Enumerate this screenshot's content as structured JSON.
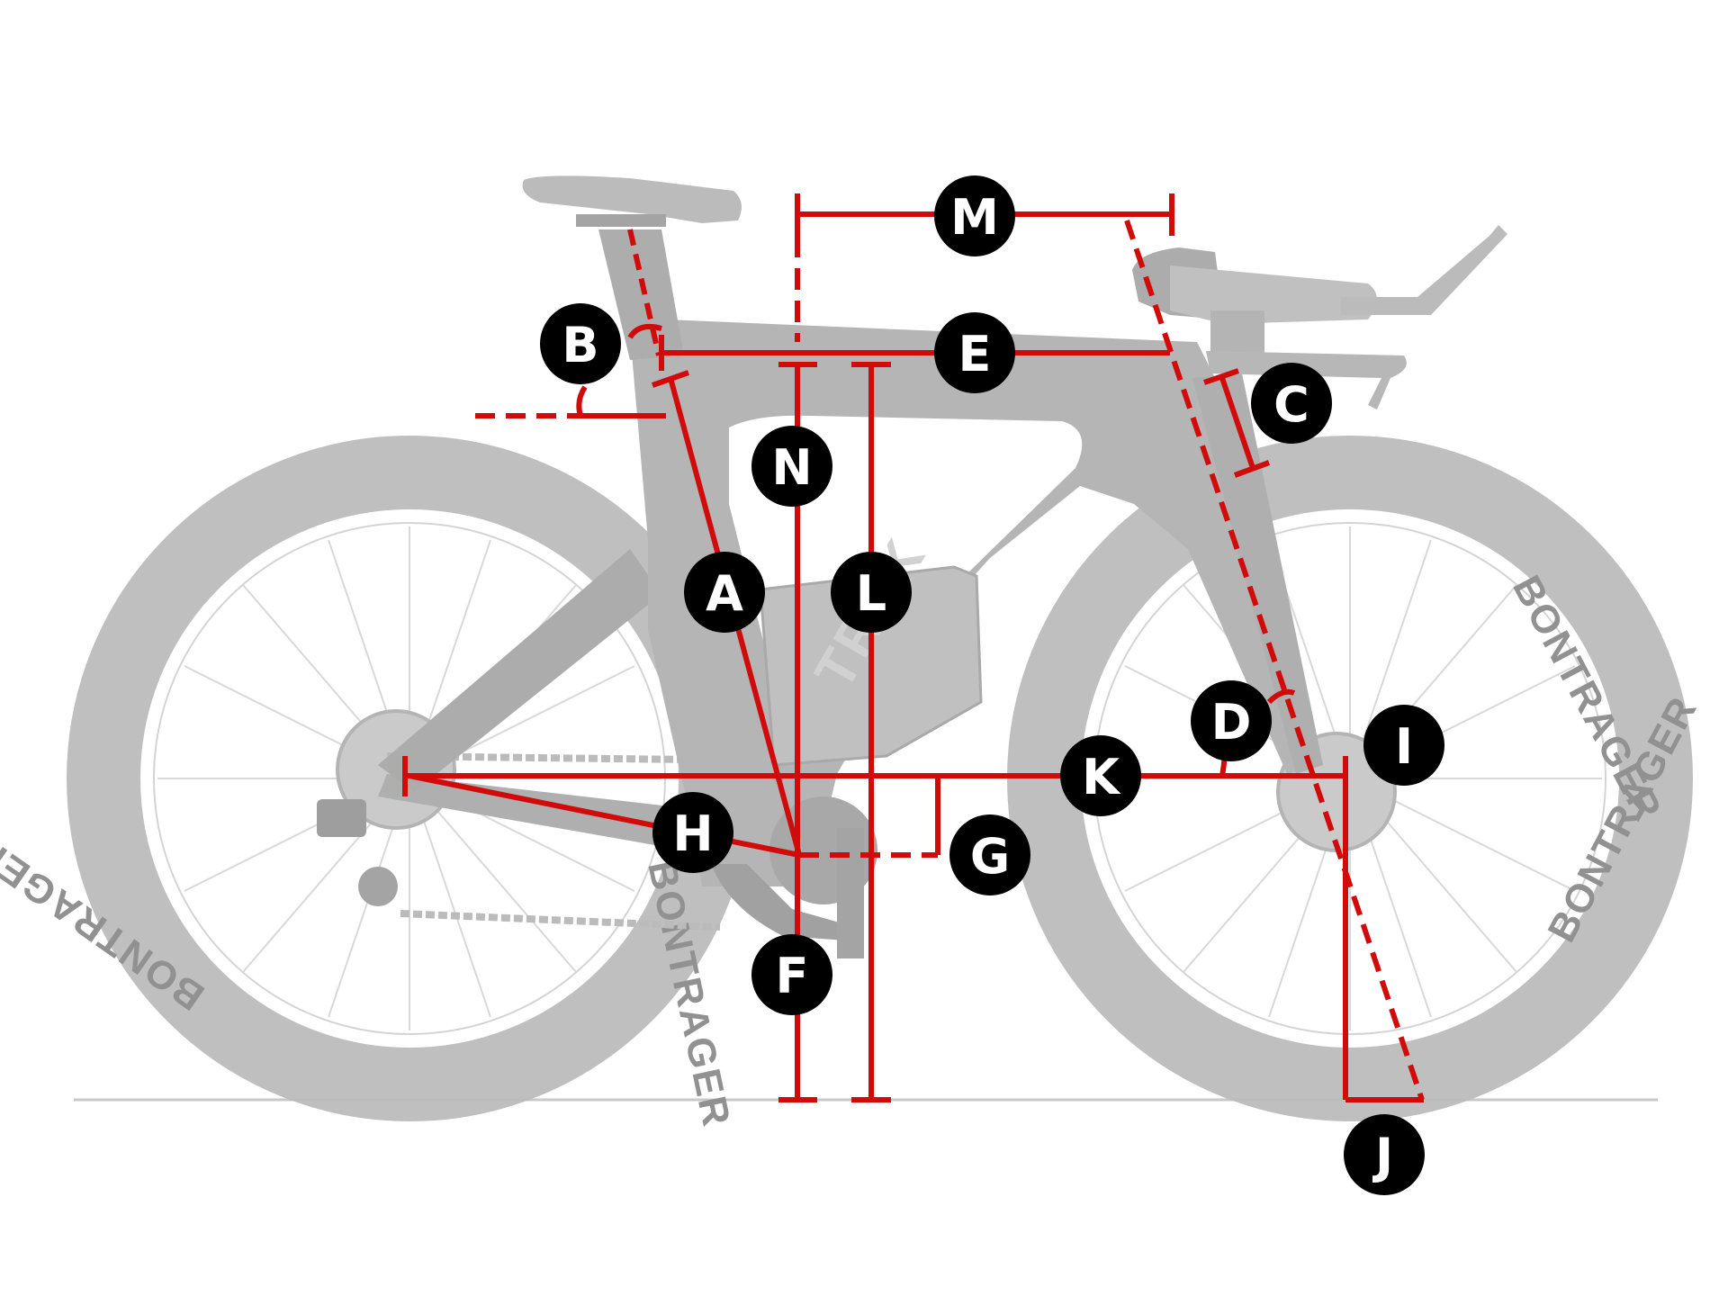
{
  "labels": {
    "A": "A",
    "B": "B",
    "C": "C",
    "D": "D",
    "E": "E",
    "F": "F",
    "G": "G",
    "H": "H",
    "I": "I",
    "J": "J",
    "K": "K",
    "L": "L",
    "M": "M",
    "N": "N"
  },
  "brand": "TREK",
  "wheel_brand": "BONTRAGER",
  "colors": {
    "measure_red": "#d10a0a",
    "label_fill": "#000000",
    "label_text": "#ffffff",
    "bike_gray": "#b4b4b4",
    "ground_line": "#c8c8c8"
  }
}
